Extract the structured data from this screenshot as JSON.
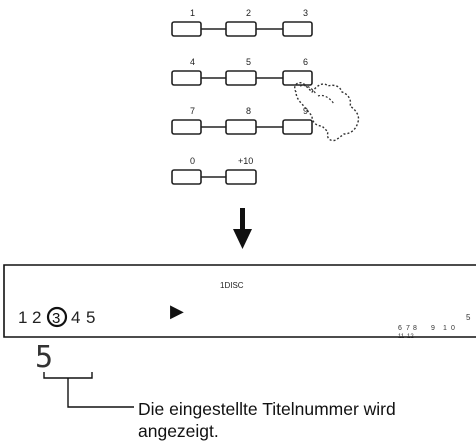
{
  "keypad": {
    "rows": [
      [
        "1",
        "2",
        "3"
      ],
      [
        "4",
        "5",
        "6"
      ],
      [
        "7",
        "8",
        "9"
      ],
      [
        "0",
        "+10"
      ]
    ],
    "pressed_key": "6"
  },
  "display": {
    "disc_numbers": [
      "1",
      "2",
      "3",
      "4",
      "5"
    ],
    "current_disc": "3",
    "play_symbol": "▶",
    "disc_mode_label": "1DISC",
    "calendar_row1": [
      "6",
      "7",
      "8",
      "9",
      "1",
      "0"
    ],
    "calendar_row2": [
      "11",
      "12"
    ],
    "edge_digit": "5",
    "track_number": "5"
  },
  "caption": {
    "line1": "Die eingestellte Titelnummer wird",
    "line2": "angezeigt."
  }
}
